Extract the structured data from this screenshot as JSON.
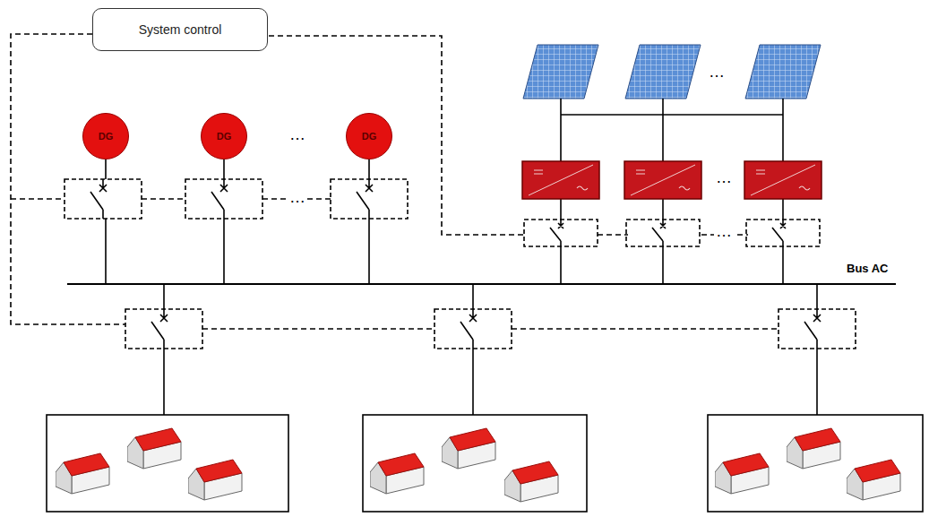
{
  "diagram": {
    "nodes": [
      {
        "text": [
          "System control"
        ]
      },
      {
        "text": [
          "DG"
        ]
      },
      {
        "text": [
          "DG"
        ]
      },
      {
        "text": [
          "DG"
        ]
      }
    ],
    "labels": [
      "…",
      "…",
      "…",
      "…",
      "…",
      "Bus AC"
    ]
  }
}
